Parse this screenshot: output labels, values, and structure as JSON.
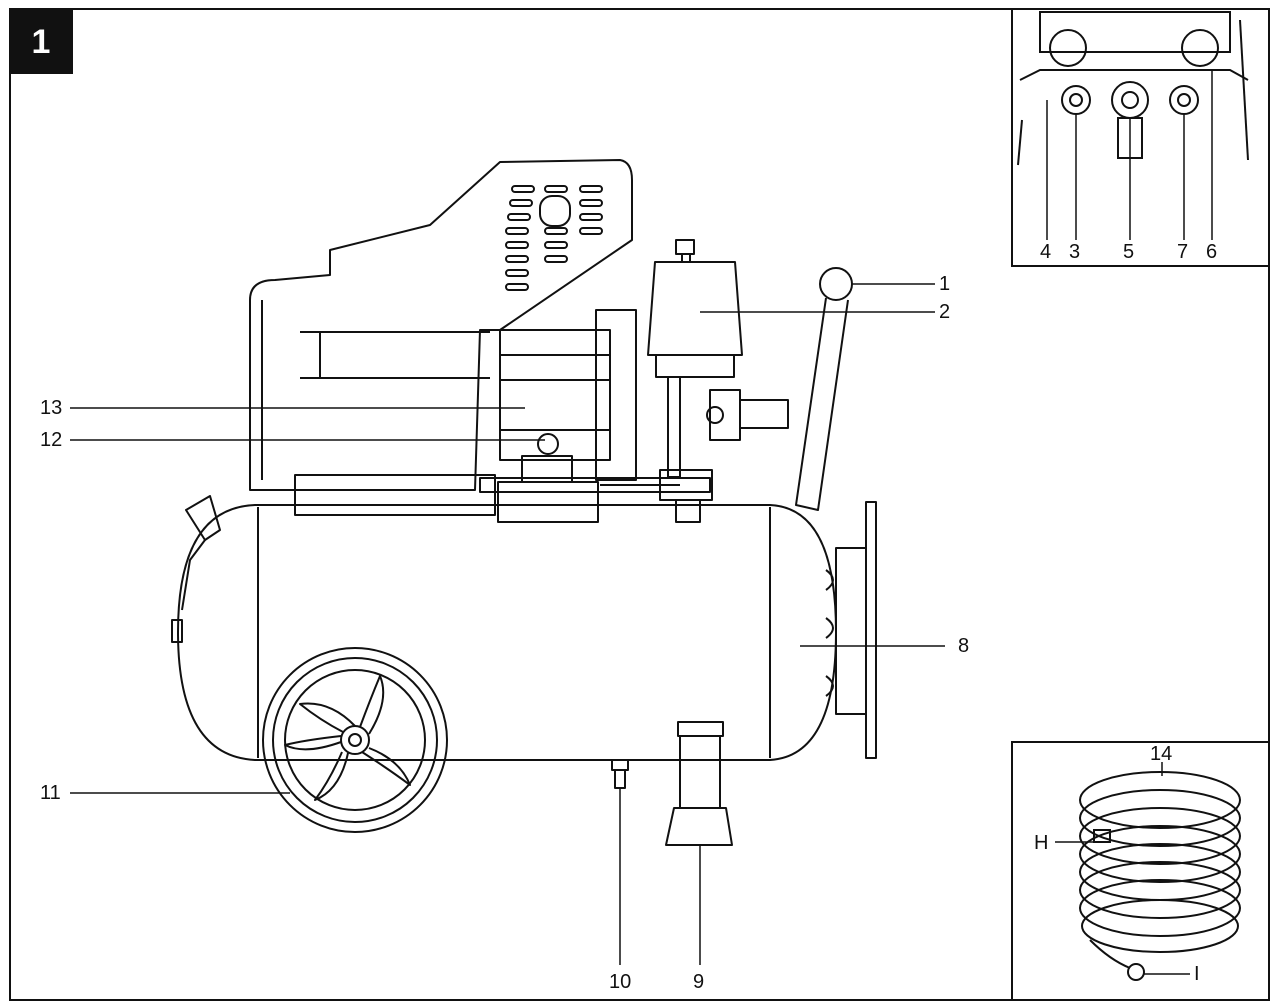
{
  "figure": {
    "number": "1",
    "callouts": {
      "c1": "1",
      "c2": "2",
      "c3": "3",
      "c4": "4",
      "c5": "5",
      "c6": "6",
      "c7": "7",
      "c8": "8",
      "c9": "9",
      "c10": "10",
      "c11": "11",
      "c12": "12",
      "c13": "13",
      "c14": "14",
      "H": "H",
      "I": "I"
    }
  },
  "colors": {
    "line": "#111111",
    "background": "#ffffff"
  }
}
